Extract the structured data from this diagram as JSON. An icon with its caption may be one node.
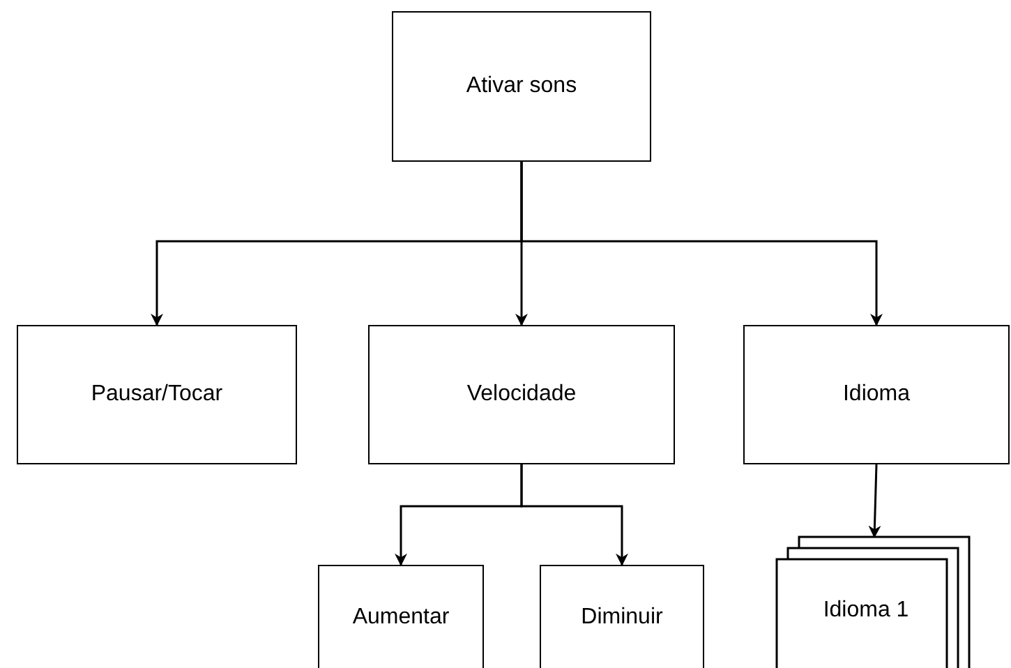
{
  "diagram": {
    "nodes": [
      {
        "text": [
          "Ativar sons"
        ]
      },
      {
        "text": [
          "Pausar/Tocar"
        ]
      },
      {
        "text": [
          "Velocidade"
        ]
      },
      {
        "text": [
          "Idioma"
        ]
      },
      {
        "text": [
          "Aumentar"
        ]
      },
      {
        "text": [
          "Diminuir"
        ]
      },
      {
        "text": [
          "Idioma 1"
        ]
      }
    ],
    "edges": [
      {
        "from": 0,
        "to": 1,
        "arrow": "to"
      },
      {
        "from": 0,
        "to": 2,
        "arrow": "to"
      },
      {
        "from": 0,
        "to": 3,
        "arrow": "to"
      },
      {
        "from": 2,
        "to": 4,
        "arrow": "to"
      },
      {
        "from": 2,
        "to": 5,
        "arrow": "to"
      },
      {
        "from": 3,
        "to": 6,
        "arrow": "to"
      }
    ]
  }
}
